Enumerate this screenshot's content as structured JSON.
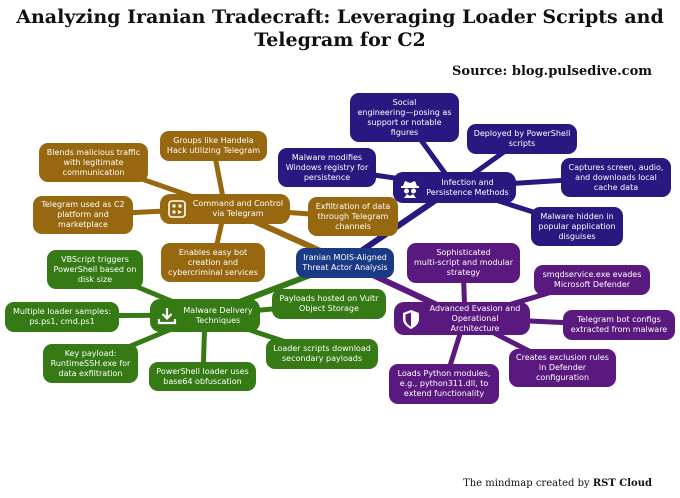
{
  "header": {
    "title": "Analyzing Iranian Tradecraft: Leveraging Loader Scripts and Telegram for C2",
    "source": "Source: blog.pulsedive.com"
  },
  "footer": {
    "credit_prefix": "The mindmap created by",
    "credit_brand": "RST Cloud"
  },
  "colors": {
    "command_and_control": "#97680f",
    "malware_delivery": "#357a14",
    "infection_persistence": "#281880",
    "evasion": "#5a197e",
    "center": "#1a3a85"
  },
  "center": {
    "label": "Iranian MOIS-Aligned\nThreat Actor Analysis"
  },
  "command_and_control": {
    "label": "Command and Control\nvia Telegram",
    "icon": "telegram-c2-icon",
    "items": [
      "Groups like Handela\nHack utilizing Telegram",
      "Blends malicious traffic\nwith legitimate\ncommunication",
      "Telegram used as C2\nplatform and\nmarketplace",
      "Exfiltration of data\nthrough Telegram\nchannels",
      "Enables easy bot\ncreation and\ncybercriminal services"
    ]
  },
  "infection_persistence": {
    "label": "Infection and\nPersistence Methods",
    "icon": "spy-icon",
    "items": [
      "Social\nengineering—posing as\nsupport or notable\nfigures",
      "Deployed by PowerShell\nscripts",
      "Malware modifies\nWindows registry for\npersistence",
      "Captures screen, audio,\nand downloads local\ncache data",
      "Malware hidden in\npopular application\ndisguises"
    ]
  },
  "malware_delivery": {
    "label": "Malware Delivery\nTechniques",
    "icon": "download-icon",
    "items": [
      "VBScript triggers\nPowerShell based on\ndisk size",
      "Multiple loader samples:\nps.ps1, cmd.ps1",
      "Key payload:\nRuntimeSSH.exe for\ndata exfiltration",
      "PowerShell loader uses\nbase64 obfuscation",
      "Payloads hosted on Vultr\nObject Storage",
      "Loader scripts download\nsecondary payloads"
    ]
  },
  "evasion": {
    "label": "Advanced Evasion and\nOperational Architecture",
    "icon": "shield-icon",
    "items": [
      "Sophisticated\nmulti-script and modular\nstrategy",
      "smqdservice.exe evades\nMicrosoft Defender",
      "Telegram bot configs\nextracted from malware",
      "Creates exclusion rules\nin Defender\nconfiguration",
      "Loads Python modules,\ne.g., python311.dll, to\nextend functionality"
    ]
  }
}
